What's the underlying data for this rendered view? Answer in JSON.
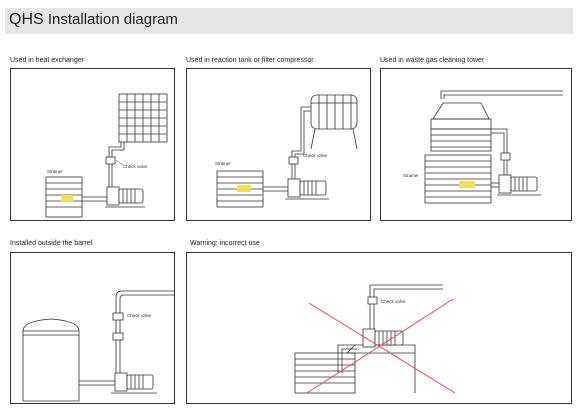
{
  "header": {
    "brand": "QHS",
    "title": "Installation diagram"
  },
  "panels": [
    {
      "caption": "Used in heat exchanger",
      "labels": {
        "strainer": "Strainer",
        "check_valve": "Check valve"
      }
    },
    {
      "caption": "Used in reaction tank or filter compressor",
      "labels": {
        "strainer": "Strainer",
        "check_valve": "Check valve"
      }
    },
    {
      "caption": "Used in waste gas cleaning tower",
      "labels": {
        "strainer": "Strainer"
      }
    },
    {
      "caption": "Installed outside the barrel",
      "labels": {
        "check_valve": "Check valve"
      }
    },
    {
      "caption": "Warning: incorrect use",
      "labels": {
        "check_valve": "Check valve"
      }
    }
  ],
  "colors": {
    "highlight": "#f2e24a",
    "warning_cross": "#e05050",
    "header_bg": "#e6e6e6"
  }
}
